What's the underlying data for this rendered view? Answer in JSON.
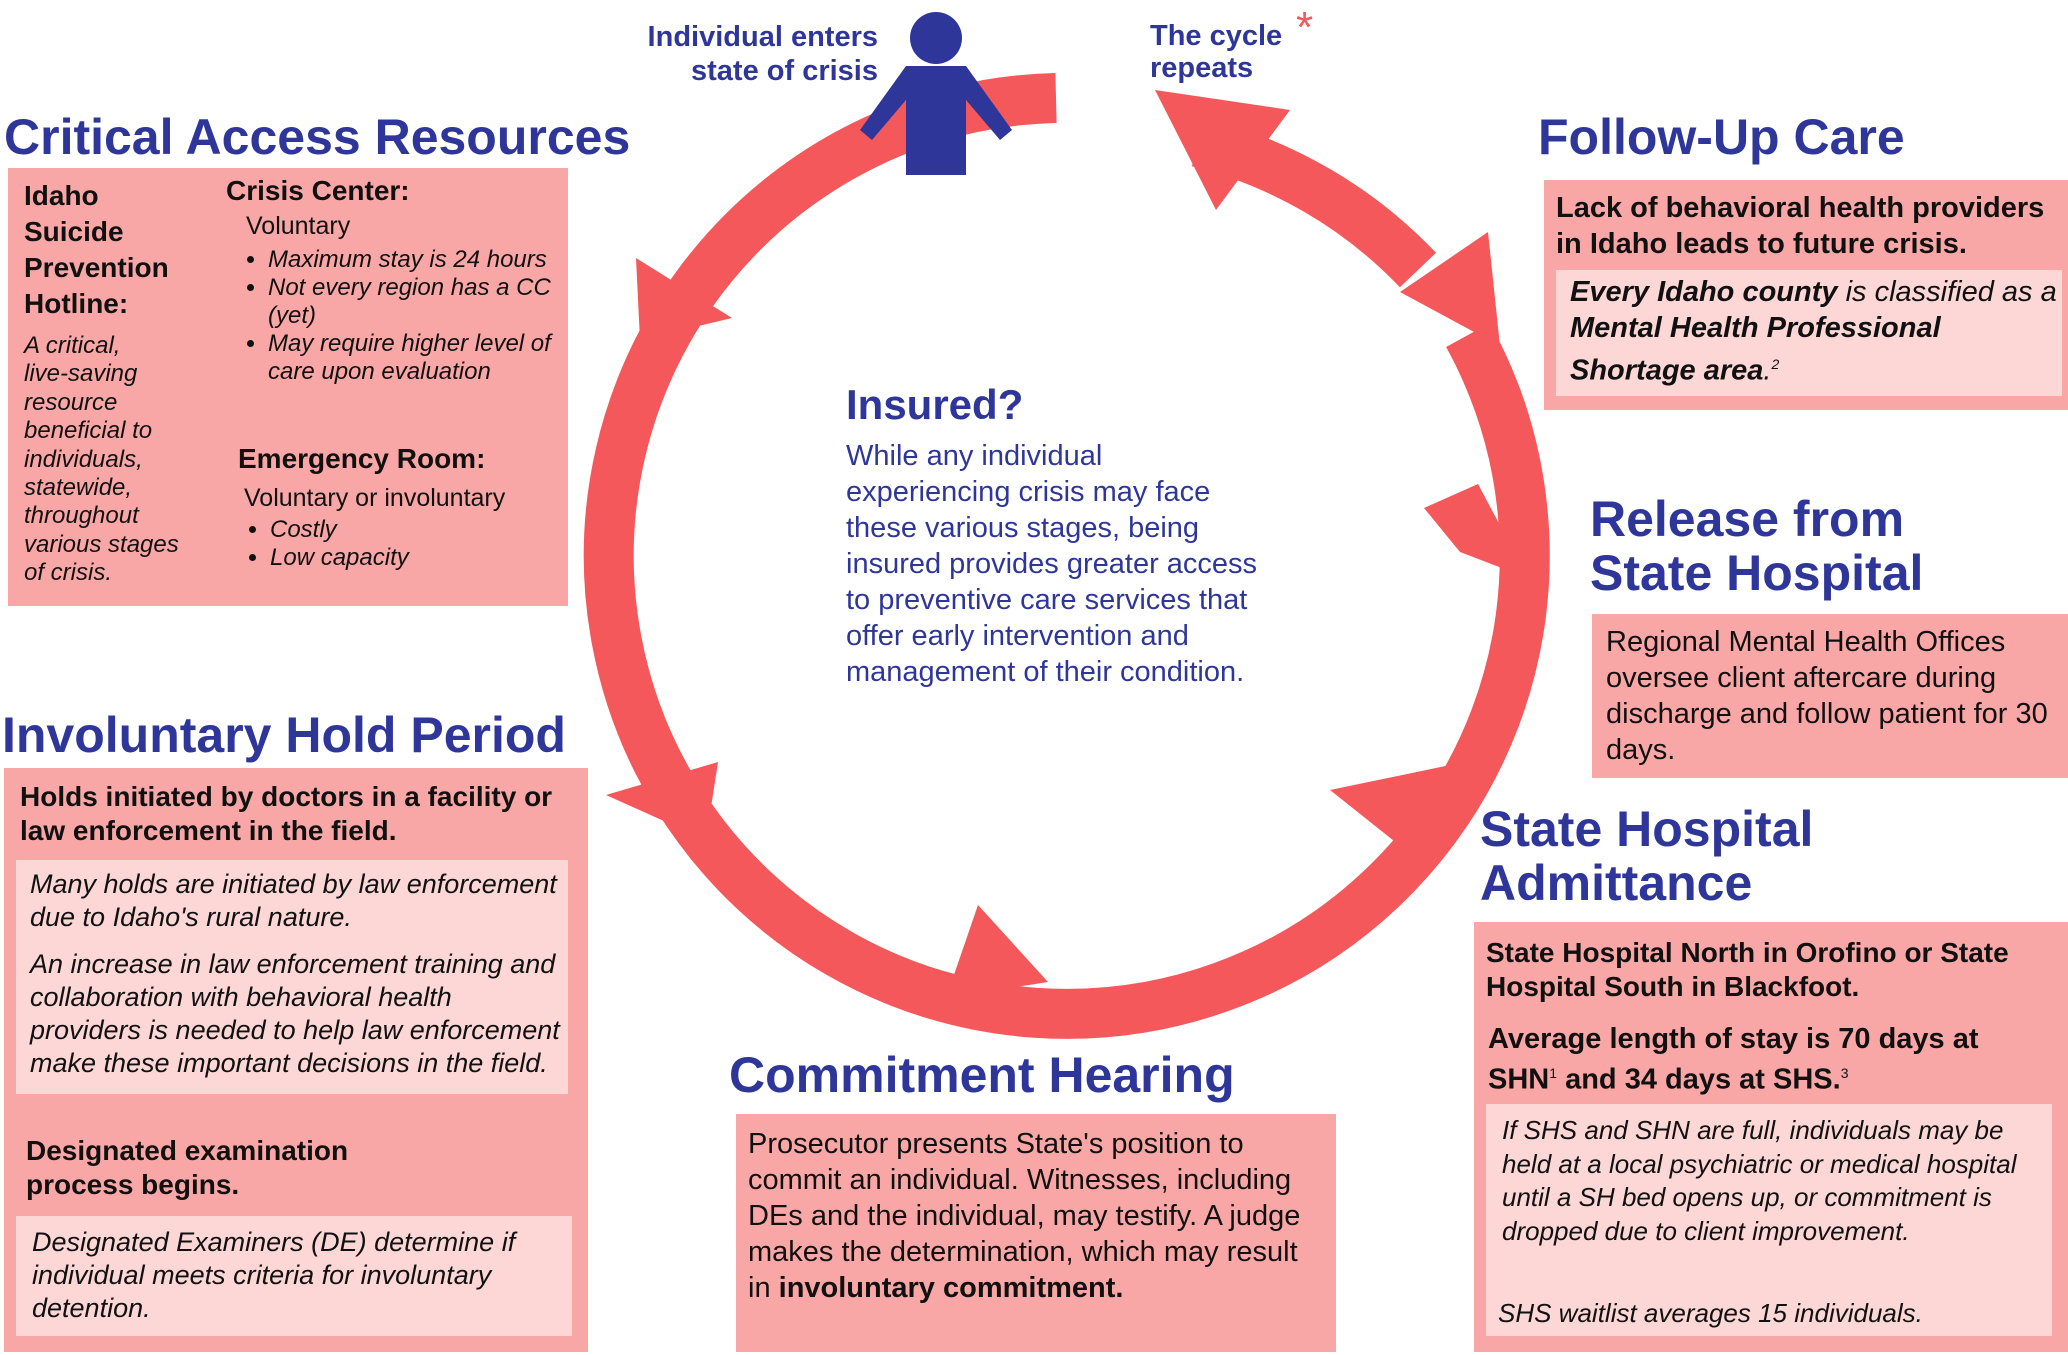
{
  "top": {
    "enters_crisis": [
      "Individual enters",
      "state of crisis"
    ],
    "cycle_repeats": [
      "The cycle",
      "repeats"
    ],
    "asterisk": "*"
  },
  "colors": {
    "navy": "#2f3699",
    "coral": "#f5585b",
    "box": "#f9a7a6",
    "inner": "#fcd7d6"
  },
  "center": {
    "title": "Insured?",
    "lines": [
      "While any individual",
      "experiencing crisis may face",
      "these various stages, being",
      "insured provides greater access",
      "to preventive care services that",
      "offer early intervention and",
      "management of their condition."
    ]
  },
  "critical_access": {
    "title": "Critical Access Resources",
    "hotline_title": [
      "Idaho",
      "Suicide",
      "Prevention",
      "Hotline:"
    ],
    "hotline_desc": [
      "A critical,",
      "live-saving",
      "resource",
      "beneficial to",
      "individuals,",
      "statewide,",
      "throughout",
      "various stages",
      "of crisis."
    ],
    "crisis_center_title": "Crisis Center:",
    "crisis_center_sub": "Voluntary",
    "crisis_center_bullets": [
      "Maximum stay is 24 hours",
      "Not every region has a CC (yet)",
      "May require higher level of care upon evaluation"
    ],
    "er_title": "Emergency Room:",
    "er_sub": "Voluntary or involuntary",
    "er_bullets": [
      "Costly",
      "Low capacity"
    ]
  },
  "involuntary": {
    "title": "Involuntary Hold Period",
    "lead": "Holds initiated by doctors in a facility or law enforcement in the field.",
    "note1": "Many holds are initiated by law enforcement due to Idaho's rural nature.",
    "note2": "An increase in law enforcement training and collaboration with behavioral health providers is needed to help law enforcement make these important decisions in the field.",
    "lead2": "Designated examination process begins.",
    "note3": "Designated Examiners (DE) determine if individual meets criteria for involuntary detention."
  },
  "commitment": {
    "title": "Commitment Hearing",
    "text": "Prosecutor presents State's position to commit an individual. Witnesses, including DEs and the individual, may testify. A judge makes the determination, which may result in ",
    "bold": "involuntary commitment."
  },
  "state_hospital": {
    "title": [
      "State Hospital",
      "Admittance"
    ],
    "lead": "State Hospital North in Orofino or State Hospital South in Blackfoot.",
    "stay_a": "Average length of stay is 70 days at SHN",
    "sup1": "1",
    "stay_b": " and 34 days at SHS.",
    "sup3": "3",
    "note": "If SHS and SHN are full, individuals may be held at a local psychiatric or medical hospital until a SH bed opens up, or commitment is dropped due to client improvement.",
    "waitlist": "SHS waitlist averages 15 individuals."
  },
  "release": {
    "title": [
      "Release from",
      "State Hospital"
    ],
    "text": "Regional Mental Health Offices oversee client aftercare during discharge and follow patient for 30 days."
  },
  "followup": {
    "title": "Follow-Up Care",
    "lead": "Lack of behavioral health providers in Idaho leads to future crisis.",
    "note_b1": "Every Idaho county",
    "note_t1": " is classified as a ",
    "note_b2": "Mental Health Professional Shortage area",
    "note_t2": ".",
    "sup2": "2"
  }
}
